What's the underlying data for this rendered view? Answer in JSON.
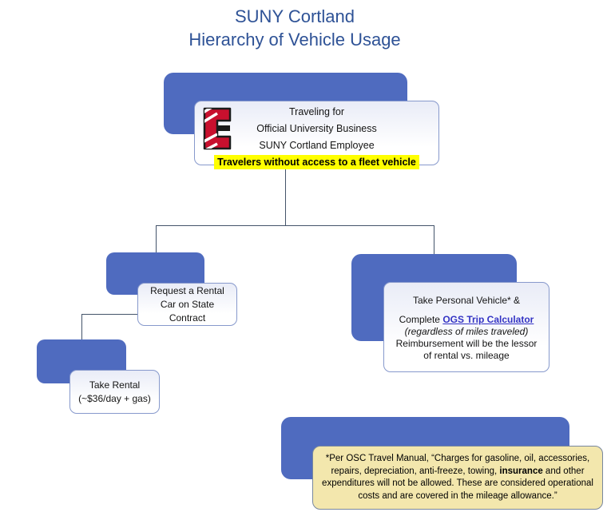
{
  "colors": {
    "accent": "#4f6bbf",
    "title": "#2e5296",
    "link": "#3333c4",
    "line": "#44546a",
    "highlight": "#ffff00",
    "note-bg": "#f3e7ad",
    "note-border": "#78879e",
    "box-border": "#8799cc",
    "box-tint": "#e9ecf7"
  },
  "title": {
    "line1": "SUNY Cortland",
    "line2": "Hierarchy of Vehicle Usage"
  },
  "root": {
    "logo_icon": "cortland-c-logo",
    "lines": [
      "Traveling for",
      "Official University Business",
      "SUNY Cortland Employee"
    ],
    "highlight": "Travelers without access to a fleet vehicle"
  },
  "rental": {
    "label": "Request a Rental Car on State Contract"
  },
  "take_rental": {
    "line1": "Take Rental",
    "line2": "(~$36/day + gas)"
  },
  "personal": {
    "line1": "Take Personal Vehicle* &",
    "complete_prefix": "Complete ",
    "link_label": "OGS Trip Calculator",
    "italic_note": "(regardless of miles traveled)",
    "reimbursement": "Reimbursement will be the lessor of rental vs. mileage"
  },
  "footnote": {
    "part1": "*Per OSC Travel Manual, “Charges for gasoline, oil, accessories, repairs, depreciation, anti-freeze, towing, ",
    "bold_word": "insurance",
    "part2": " and other expenditures will not be allowed. These are considered operational costs and are covered in the mileage allowance.”"
  }
}
